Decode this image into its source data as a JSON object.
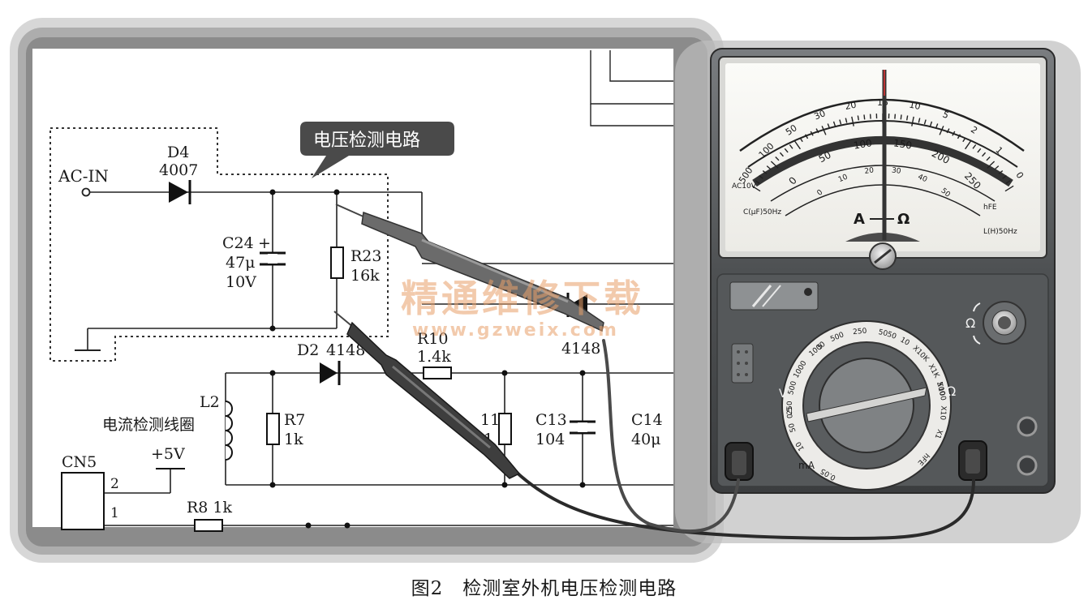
{
  "callout": {
    "text": "电压检测电路"
  },
  "labels": {
    "ac_in": "AC-IN",
    "d4_name": "D4",
    "d4_part": "4007",
    "c24_name": "C24",
    "c24_plus": "+",
    "c24_val1": "47μ",
    "c24_val2": "10V",
    "r23_name": "R23",
    "r23_val": "16k",
    "d2_name": "D2",
    "d2_part": "4148",
    "r10_name": "R10",
    "r10_val": "1.4k",
    "d_right_part": "4148",
    "l2_name": "L2",
    "l2_desc": "电流检测线圈",
    "r7_name": "R7",
    "r7_val": "1k",
    "r11_partial": "11",
    "r11_val_partial": "1",
    "c13_name": "C13",
    "c13_val": "104",
    "c14_name": "C14",
    "c14_val": "40μ",
    "plus5v": "+5V",
    "cn5_name": "CN5",
    "cn5_pin2": "2",
    "cn5_pin1": "1",
    "r8": "R8 1k"
  },
  "watermark": {
    "cn": "精通维修下载",
    "url": "www.gzweix.com"
  },
  "meter": {
    "scale_top": [
      "500",
      "100",
      "50",
      "30",
      "20",
      "15",
      "10",
      "5",
      "2",
      "1",
      "0"
    ],
    "scale_mid": [
      "0",
      "50",
      "100",
      "150",
      "200",
      "250"
    ],
    "scale_bottom": [
      "0",
      "10",
      "20",
      "30",
      "40",
      "50"
    ],
    "unit_a": "A",
    "unit_ohm": "Ω",
    "label_ac10v": "AC10V",
    "label_c": "C(μF)50Hz",
    "label_l": "L(H)50Hz",
    "label_hfe": "hFE",
    "dial_v": "V",
    "dial_ohm": "Ω",
    "dial_ma": "mA",
    "zero_adj": "Ω",
    "dial_top": [
      "1000",
      "500",
      "250",
      "50",
      "10"
    ],
    "dial_right": [
      "X10K",
      "X1K",
      "X100",
      "X10",
      "X1"
    ],
    "dial_left": [
      "10",
      "50",
      "250",
      "500",
      "1000"
    ],
    "dial_bottom": [
      "0.05",
      "0.5",
      "5",
      "50",
      "500",
      "hFE"
    ]
  },
  "caption": "图2　检测室外机电压检测电路"
}
